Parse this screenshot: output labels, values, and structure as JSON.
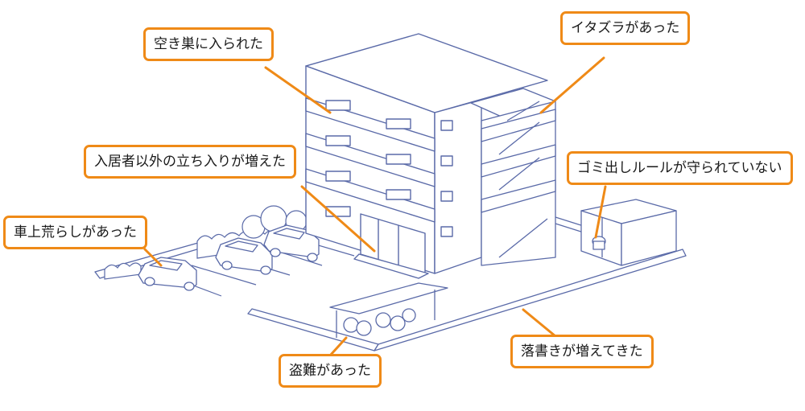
{
  "colors": {
    "callout_border": "#ef8a17",
    "leader_line": "#ef8a17",
    "outline": "#5a6aa8",
    "fill": "#ffffff"
  },
  "icons": {
    "building": "apartment-building-icon",
    "stairs": "external-stairs-icon",
    "cars": "parked-car-icon",
    "bike_shed": "bicycle-shed-icon",
    "garbage": "garbage-station-icon",
    "trees": "tree-icon"
  },
  "callouts": {
    "burglary": "空き巣に入られた",
    "mischief": "イタズラがあった",
    "outsiders": "入居者以外の立ち入りが増えた",
    "garbage_rules": "ゴミ出しルールが守られていない",
    "car_vandalism": "車上荒らしがあった",
    "theft": "盗難があった",
    "graffiti": "落書きが増えてきた"
  }
}
